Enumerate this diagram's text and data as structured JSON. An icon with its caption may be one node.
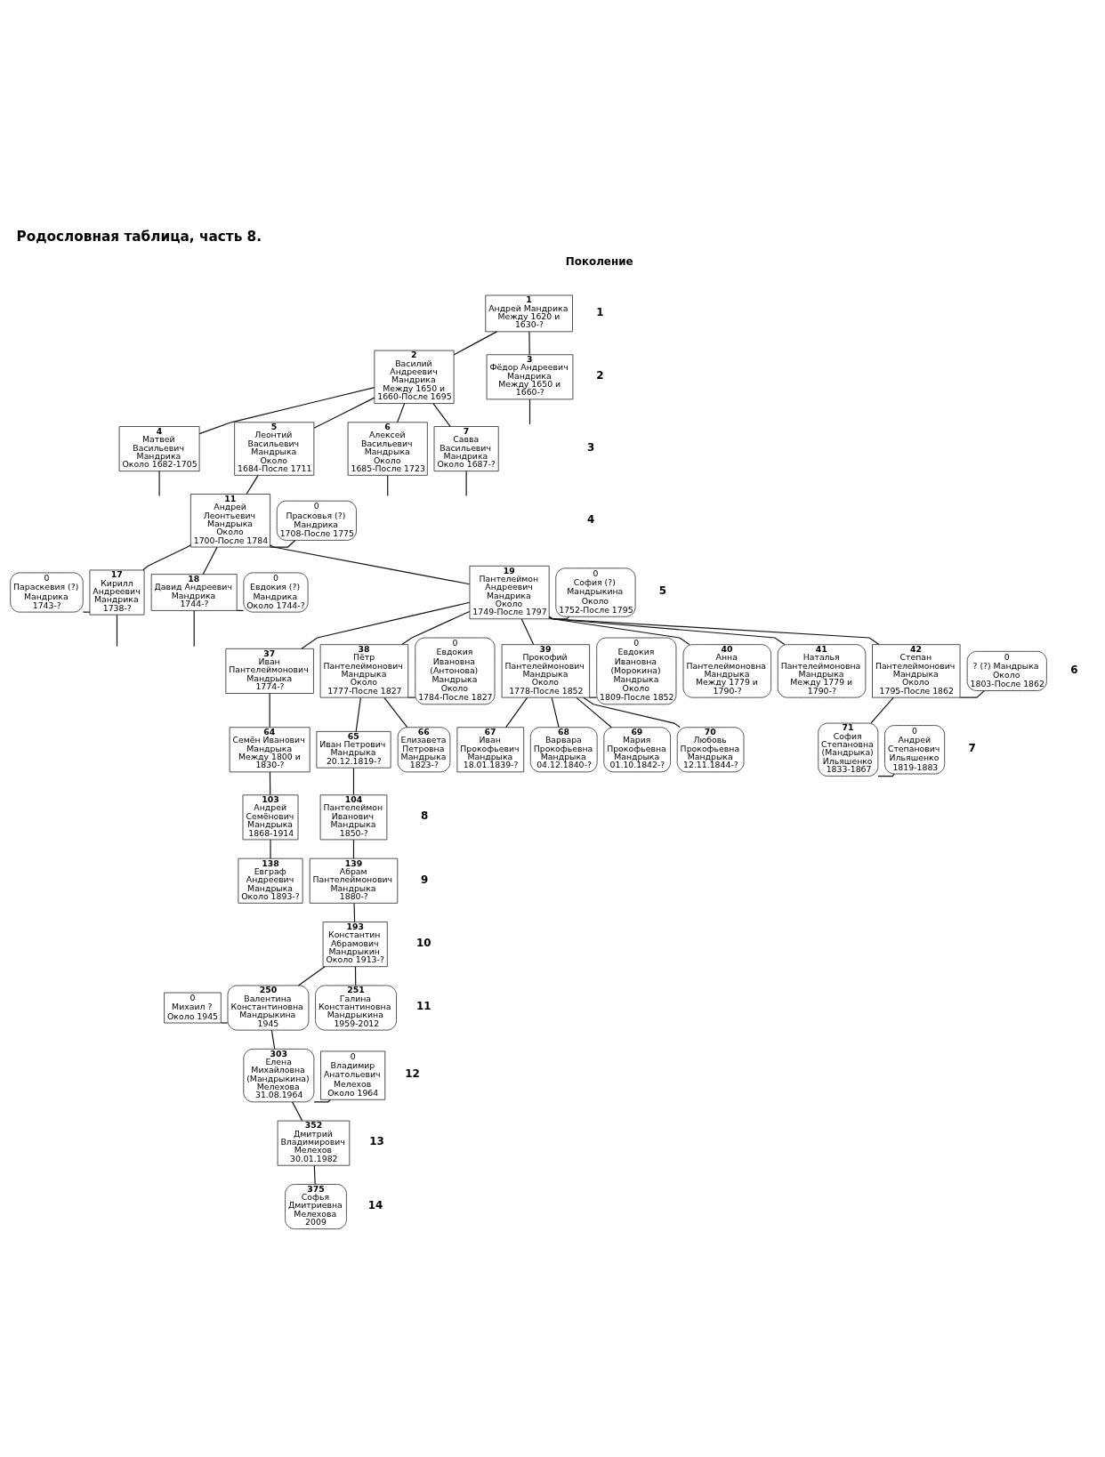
{
  "diagram": {
    "title": "Родословная таблица, часть 8.",
    "nodes": [
      {
        "text": [
          "1",
          "Андрей Мандрика",
          "Между 1620 и 1630-?"
        ]
      },
      {
        "text": [
          "2",
          "Василий Андреевич Мандрика",
          "Между 1650 и 1660-После 1695"
        ]
      },
      {
        "text": [
          "3",
          "Фёдор Андреевич Мандрика",
          "Между 1650 и 1660-?"
        ]
      },
      {
        "text": [
          "4",
          "Матвей Васильевич Мандрика",
          "Около 1682-1705"
        ]
      },
      {
        "text": [
          "5",
          "Леонтий Васильевич Мандрыка",
          "Около 1684-После 1711"
        ]
      },
      {
        "text": [
          "6",
          "Алексей Васильевич Мандрыка",
          "Около 1685-После 1723"
        ]
      },
      {
        "text": [
          "7",
          "Савва Васильевич Мандрика",
          "Около 1687-?"
        ]
      },
      {
        "text": [
          "11",
          "Андрей Леонтьевич Мандрыка",
          "Около 1700-После 1784"
        ]
      },
      {
        "text": [
          "0",
          "Прасковья (?) Мандрика",
          "1708-После 1775"
        ]
      },
      {
        "text": [
          "0",
          "Параскевия (?) Мандрика",
          "1743-?"
        ]
      },
      {
        "text": [
          "17",
          "Кирилл Андреевич Мандрика",
          "1738-?"
        ]
      },
      {
        "text": [
          "18",
          "Давид Андреевич Мандрика",
          "1744-?"
        ]
      },
      {
        "text": [
          "0",
          "Евдокия (?) Мандрика",
          "Около 1744-?"
        ]
      },
      {
        "text": [
          "19",
          "Пантелеймон Андреевич Мандрика",
          "Около 1749-После 1797"
        ]
      },
      {
        "text": [
          "0",
          "София (?) Мандрыкина",
          "Около 1752-После 1795"
        ]
      },
      {
        "text": [
          "37",
          "Иван Пантелеймонович Мандрыка",
          "1774-?"
        ]
      },
      {
        "text": [
          "38",
          "Пётр Пантелеймонович Мандрыка",
          "Около 1777-После 1827"
        ]
      },
      {
        "text": [
          "0",
          "Евдокия Ивановна (Антонова) Мандрыка",
          "Около 1784-После 1827"
        ]
      },
      {
        "text": [
          "39",
          "Прокофий Пантелеймонович Мандрыка",
          "Около 1778-После 1852"
        ]
      },
      {
        "text": [
          "0",
          "Евдокия Ивановна (Морокина) Мандрыка",
          "Около 1809-После 1852"
        ]
      },
      {
        "text": [
          "40",
          "Анна Пантелеймоновна Мандрыка",
          "Между 1779 и 1790-?"
        ]
      },
      {
        "text": [
          "41",
          "Наталья Пантелеймоновна Мандрыка",
          "Между 1779 и 1790-?"
        ]
      },
      {
        "text": [
          "42",
          "Степан Пантелеймонович Мандрыка",
          "Около 1795-После 1862"
        ]
      },
      {
        "text": [
          "0",
          "? (?) Мандрыка",
          "Около 1803-После 1862"
        ]
      },
      {
        "text": [
          "64",
          "Семён Иванович Мандрыка",
          "Между 1800 и 1830-?"
        ]
      },
      {
        "text": [
          "65",
          "Иван Петрович Мандрыка",
          "20.12.1819-?"
        ]
      },
      {
        "text": [
          "66",
          "Елизавета Петровна Мандрыка",
          "1823-?"
        ]
      },
      {
        "text": [
          "67",
          "Иван Прокофьевич Мандрыка",
          "18.01.1839-?"
        ]
      },
      {
        "text": [
          "68",
          "Варвара Прокофьевна Мандрыка",
          "04.12.1840-?"
        ]
      },
      {
        "text": [
          "69",
          "Мария Прокофьевна Мандрыка",
          "01.10.1842-?"
        ]
      },
      {
        "text": [
          "70",
          "Любовь Прокофьевна Мандрыка",
          "12.11.1844-?"
        ]
      },
      {
        "text": [
          "71",
          "София Степановна (Мандрыка) Ильяшенко",
          "1833-1867"
        ]
      },
      {
        "text": [
          "0",
          "Андрей Степанович Ильяшенко",
          "1819-1883"
        ]
      },
      {
        "text": [
          "103",
          "Андрей Семёнович Мандрыка",
          "1868-1914"
        ]
      },
      {
        "text": [
          "104",
          "Пантелеймон Иванович Мандрыка",
          "1850-?"
        ]
      },
      {
        "text": [
          "138",
          "Евграф Андреевич Мандрыка",
          "Около 1893-?"
        ]
      },
      {
        "text": [
          "139",
          "Абрам Пантелеймонович Мандрыка",
          "1880-?"
        ]
      },
      {
        "text": [
          "193",
          "Константин Абрамович Мандрыкин",
          "Около 1913-?"
        ]
      },
      {
        "text": [
          "0",
          "Михаил ?",
          "Около 1945"
        ]
      },
      {
        "text": [
          "250",
          "Валентина Константиновна Мандрыкина",
          "1945"
        ]
      },
      {
        "text": [
          "251",
          "Галина Константиновна Мандрыкина",
          "1959-2012"
        ]
      },
      {
        "text": [
          "303",
          "Елена Михайловна (Мандрыкина) Мелехова",
          "31.08.1964"
        ]
      },
      {
        "text": [
          "0",
          "Владимир Анатольевич Мелехов",
          "Около 1964"
        ]
      },
      {
        "text": [
          "352",
          "Дмитрий Владимирович Мелехов",
          "30.01.1982"
        ]
      },
      {
        "text": [
          "375",
          "Софья Дмитриевна Мелехова",
          "2009"
        ]
      }
    ],
    "edges": [
      {
        "from": 0,
        "to": 1,
        "arrow": "none"
      },
      {
        "from": 0,
        "to": 2,
        "arrow": "none"
      },
      {
        "from": 1,
        "to": 3,
        "arrow": "none"
      },
      {
        "from": 1,
        "to": 4,
        "arrow": "none"
      },
      {
        "from": 1,
        "to": 5,
        "arrow": "none"
      },
      {
        "from": 1,
        "to": 6,
        "arrow": "none"
      },
      {
        "from": 2,
        "to": null,
        "arrow": "none"
      },
      {
        "from": 3,
        "to": null,
        "arrow": "none"
      },
      {
        "from": 5,
        "to": null,
        "arrow": "none"
      },
      {
        "from": 6,
        "to": null,
        "arrow": "none"
      },
      {
        "from": 4,
        "to": 7,
        "arrow": "none"
      },
      {
        "from": 7,
        "to": 8,
        "arrow": "none"
      },
      {
        "from": 7,
        "to": 10,
        "arrow": "none"
      },
      {
        "from": 7,
        "to": 11,
        "arrow": "none"
      },
      {
        "from": 7,
        "to": 13,
        "arrow": "none"
      },
      {
        "from": 9,
        "to": 10,
        "arrow": "none"
      },
      {
        "from": 10,
        "to": null,
        "arrow": "none"
      },
      {
        "from": 11,
        "to": 12,
        "arrow": "none"
      },
      {
        "from": 11,
        "to": null,
        "arrow": "none"
      },
      {
        "from": 13,
        "to": 14,
        "arrow": "none"
      },
      {
        "from": 13,
        "to": 15,
        "arrow": "none"
      },
      {
        "from": 13,
        "to": 16,
        "arrow": "none"
      },
      {
        "from": 13,
        "to": 18,
        "arrow": "none"
      },
      {
        "from": 13,
        "to": 20,
        "arrow": "none"
      },
      {
        "from": 13,
        "to": 21,
        "arrow": "none"
      },
      {
        "from": 13,
        "to": 22,
        "arrow": "none"
      },
      {
        "from": 16,
        "to": 17,
        "arrow": "none"
      },
      {
        "from": 18,
        "to": 19,
        "arrow": "none"
      },
      {
        "from": 22,
        "to": 23,
        "arrow": "none"
      },
      {
        "from": 15,
        "to": 24,
        "arrow": "none"
      },
      {
        "from": 16,
        "to": 25,
        "arrow": "none"
      },
      {
        "from": 16,
        "to": 26,
        "arrow": "none"
      },
      {
        "from": 18,
        "to": 27,
        "arrow": "none"
      },
      {
        "from": 18,
        "to": 28,
        "arrow": "none"
      },
      {
        "from": 18,
        "to": 29,
        "arrow": "none"
      },
      {
        "from": 18,
        "to": 30,
        "arrow": "none"
      },
      {
        "from": 22,
        "to": 31,
        "arrow": "none"
      },
      {
        "from": 31,
        "to": 32,
        "arrow": "none"
      },
      {
        "from": 24,
        "to": 33,
        "arrow": "none"
      },
      {
        "from": 25,
        "to": 34,
        "arrow": "none"
      },
      {
        "from": 33,
        "to": 35,
        "arrow": "none"
      },
      {
        "from": 34,
        "to": 36,
        "arrow": "none"
      },
      {
        "from": 36,
        "to": 37,
        "arrow": "none"
      },
      {
        "from": 38,
        "to": 39,
        "arrow": "none"
      },
      {
        "from": 37,
        "to": 39,
        "arrow": "none"
      },
      {
        "from": 37,
        "to": 40,
        "arrow": "none"
      },
      {
        "from": 39,
        "to": 41,
        "arrow": "none"
      },
      {
        "from": 41,
        "to": 42,
        "arrow": "none"
      },
      {
        "from": 41,
        "to": 43,
        "arrow": "none"
      },
      {
        "from": 43,
        "to": 44,
        "arrow": "none"
      }
    ],
    "labels": [
      "Поколение",
      "1",
      "2",
      "3",
      "4",
      "5",
      "6",
      "7",
      "8",
      "9",
      "10",
      "11",
      "12",
      "13",
      "14"
    ]
  }
}
